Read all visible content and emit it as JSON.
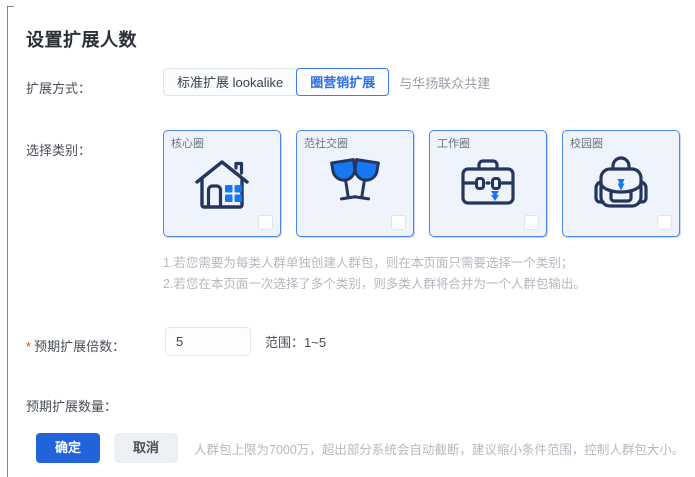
{
  "page_title": "设置扩展人数",
  "expand_method": {
    "label": "扩展方式：",
    "options": [
      {
        "label": "标准扩展 lookalike",
        "selected": false
      },
      {
        "label": "圈营销扩展",
        "selected": true
      }
    ],
    "partner_note": "与华扬联众共建"
  },
  "category": {
    "label": "选择类别：",
    "cards": [
      {
        "label": "核心圈",
        "icon": "house-icon",
        "checked": false
      },
      {
        "label": "范社交圈",
        "icon": "wine-glasses-icon",
        "checked": false
      },
      {
        "label": "工作圈",
        "icon": "briefcase-icon",
        "checked": false
      },
      {
        "label": "校园圈",
        "icon": "backpack-icon",
        "checked": false
      }
    ],
    "notes": [
      "1.若您需要为每类人群单独创建人群包，则在本页面只需要选择一个类别；",
      "2.若您在本页面一次选择了多个类别，则多类人群将合并为一个人群包输出。"
    ]
  },
  "multiplier": {
    "required_mark": "*",
    "label": "预期扩展倍数：",
    "value": "5",
    "placeholder": "",
    "range_hint": "范围：1~5"
  },
  "expected_count": {
    "label": "预期扩展数量：",
    "value": ""
  },
  "footer": {
    "confirm_label": "确定",
    "cancel_label": "取消",
    "limit_note": "人群包上限为7000万，超出部分系统会自动截断，建议缩小条件范围，控制人群包大小。"
  },
  "colors": {
    "accent_blue": "#2163db",
    "card_border": "#4a86f0",
    "card_bg": "#eef3fc",
    "icon_dark": "#25365e",
    "icon_blue": "#1878f3",
    "required_red": "#f04134",
    "muted_text": "#b4b9c0"
  }
}
